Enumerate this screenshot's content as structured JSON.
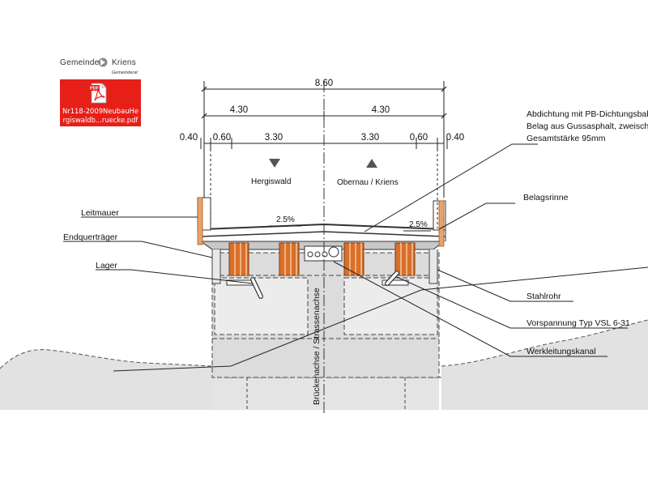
{
  "logo": {
    "name_left": "Gemeinde",
    "name_right": "Kriens",
    "subtitle": "Gemeinderat"
  },
  "attachment": {
    "badge": "PDF",
    "name_line1": "Nr118-2009NeubauHe",
    "name_line2": "rgiswaldb...ruecke.pdf"
  },
  "dimensions": {
    "total": "8.60",
    "half_left": "4.30",
    "half_right": "4.30",
    "edge_left": "0.40",
    "curb_left": "0.60",
    "lane_left": "3.30",
    "lane_right": "3.30",
    "curb_right": "0.60",
    "edge_right": "0.40"
  },
  "directions": {
    "left": "Hergiswald",
    "right": "Obernau / Kriens"
  },
  "slopes": {
    "left": "2.5%",
    "right": "2.5%"
  },
  "axis_label": "Brückenachse / Strassenachse",
  "labels": {
    "leitmauer": "Leitmauer",
    "endquertraeger": "Endquerträger",
    "lager": "Lager",
    "abdichtung_1": "Abdichtung mit PB-Dichtungsbah",
    "abdichtung_2": "Belag aus Gussasphalt, zweischic",
    "abdichtung_3": "Gesamtstärke 95mm",
    "belagsrinne": "Belagsrinne",
    "stahlrohr": "Stahlrohr",
    "vorspannung": "Vorspannung Typ VSL 6-31",
    "werkleitungskanal": "Werkleitungskanal"
  },
  "colors": {
    "pdf_red": "#e62019",
    "timber": "#d9702a",
    "line": "#222222",
    "concrete": "#dedede"
  }
}
